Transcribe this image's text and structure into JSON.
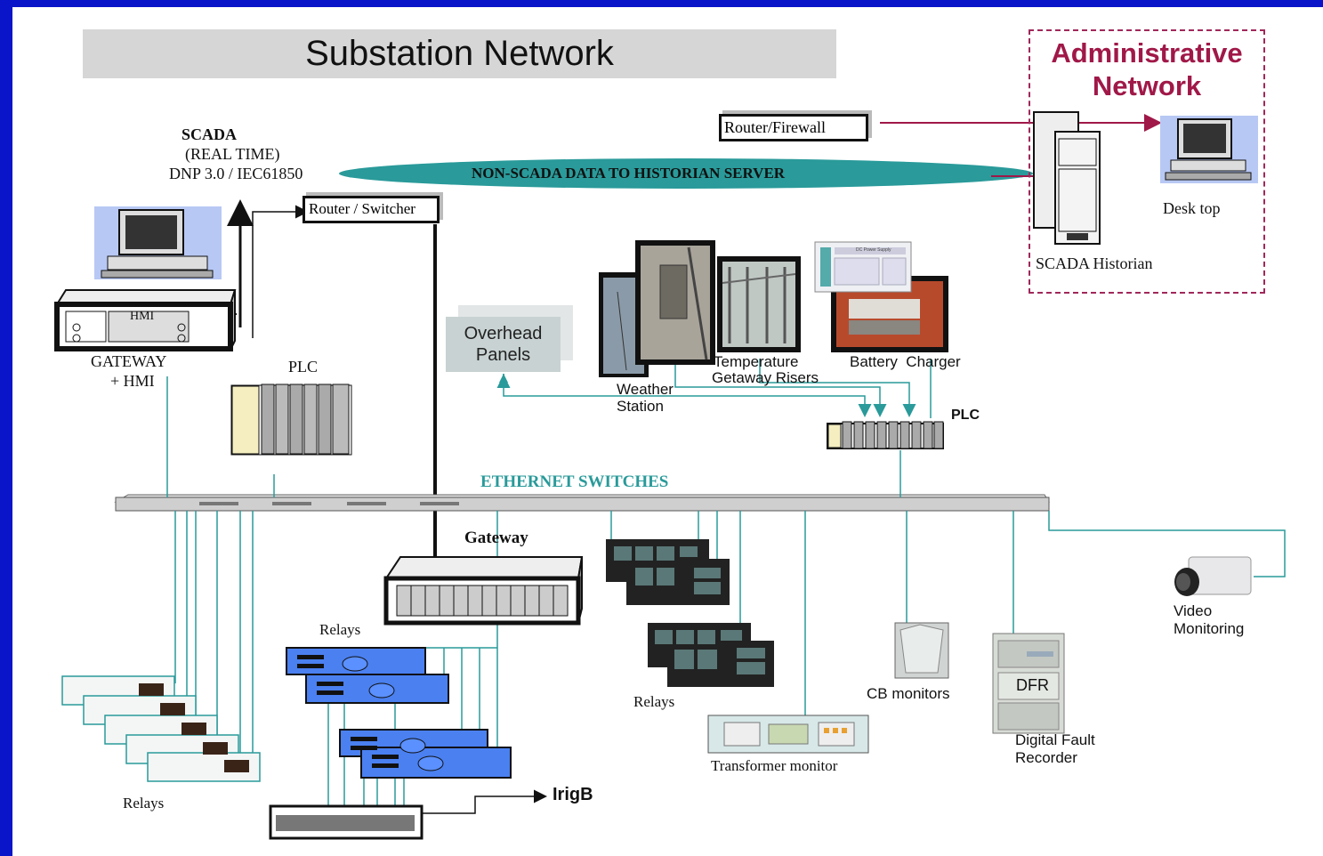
{
  "title": "Substation Network",
  "admin": {
    "title_line1": "Administrative",
    "title_line2": "Network",
    "historian": "SCADA Historian",
    "desktop": "Desk top"
  },
  "routers": {
    "router_firewall": "Router/Firewall",
    "router_switcher": "Router / Switcher"
  },
  "non_scada": "NON-SCADA DATA   TO HISTORIAN  SERVER",
  "scada": {
    "line1": "SCADA",
    "line2": "(REAL TIME)",
    "line3": "DNP 3.0 / IEC61850"
  },
  "gateway_hmi": {
    "hmi": "HMI",
    "line1": "GATEWAY",
    "line2": "+ HMI"
  },
  "plc_left": "PLC",
  "plc_right": "PLC",
  "overhead": {
    "line1": "Overhead",
    "line2": "Panels"
  },
  "weather": {
    "line1": "Weather",
    "line2": "Station"
  },
  "temperature": {
    "line1": "Temperature",
    "line2": "Getaway Risers"
  },
  "battery": "Battery  Charger",
  "dc_panel": "DC Power Supply",
  "ethernet": "ETHERNET SWITCHES",
  "gateway": "Gateway",
  "relays": {
    "left": "Relays",
    "middle": "Relays",
    "right": "Relays"
  },
  "irigb": "IrigB",
  "transformer": "Transformer monitor",
  "cb": "CB monitors",
  "dfr": {
    "badge": "DFR",
    "line1": "Digital Fault",
    "line2": "Recorder"
  },
  "video": {
    "line1": "Video",
    "line2": "Monitoring"
  },
  "colors": {
    "background": "#0a14c8",
    "teal_line": "#2a9a9a",
    "admin_red": "#a01848",
    "ellipse": "#2a9a9a",
    "relay_blue": "#4a80f0"
  }
}
